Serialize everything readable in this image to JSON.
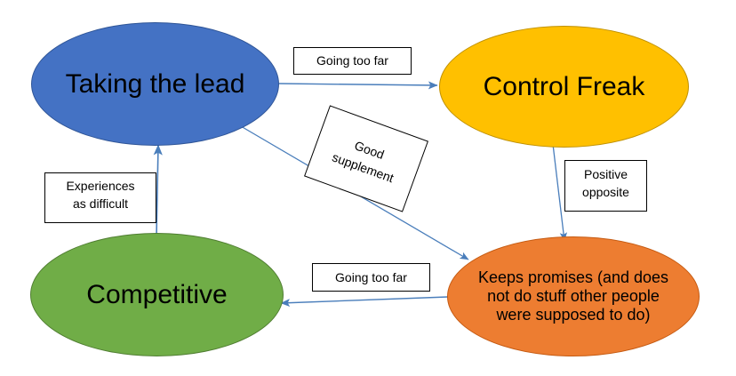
{
  "diagram": {
    "title": "Taking the lead / Control Freak / Competitive / Keeps promises relationship map",
    "background": "#ffffff",
    "nodes": [
      {
        "id": "taking-the-lead",
        "label": "Taking the lead",
        "shape": "ellipse",
        "fill": "#4472C4",
        "stroke": "#2F5597",
        "text_color": "#000000"
      },
      {
        "id": "control-freak",
        "label": "Control Freak",
        "shape": "ellipse",
        "fill": "#FFC000",
        "stroke": "#BF9000",
        "text_color": "#000000"
      },
      {
        "id": "competitive",
        "label": "Competitive",
        "shape": "ellipse",
        "fill": "#70AD47",
        "stroke": "#507E32",
        "text_color": "#000000"
      },
      {
        "id": "keeps-promises",
        "label": "Keeps promises (and does not do stuff other people were supposed to do)",
        "shape": "ellipse",
        "fill": "#ED7D31",
        "stroke": "#C55A11",
        "text_color": "#000000"
      }
    ],
    "edges": [
      {
        "id": "lead-to-control",
        "from": "taking-the-lead",
        "to": "control-freak",
        "label": "Going too far",
        "color": "#4A7EBB"
      },
      {
        "id": "lead-to-promises",
        "from": "taking-the-lead",
        "to": "keeps-promises",
        "label": "Good\nsupplement",
        "color": "#4A7EBB"
      },
      {
        "id": "control-to-promises",
        "from": "control-freak",
        "to": "keeps-promises",
        "label": "Positive\nopposite",
        "color": "#4A7EBB"
      },
      {
        "id": "promises-to-competitive",
        "from": "keeps-promises",
        "to": "competitive",
        "label": "Going too far",
        "color": "#4A7EBB"
      },
      {
        "id": "competitive-to-lead",
        "from": "competitive",
        "to": "taking-the-lead",
        "label": "Experiences\nas difficult",
        "color": "#4A7EBB"
      }
    ]
  }
}
